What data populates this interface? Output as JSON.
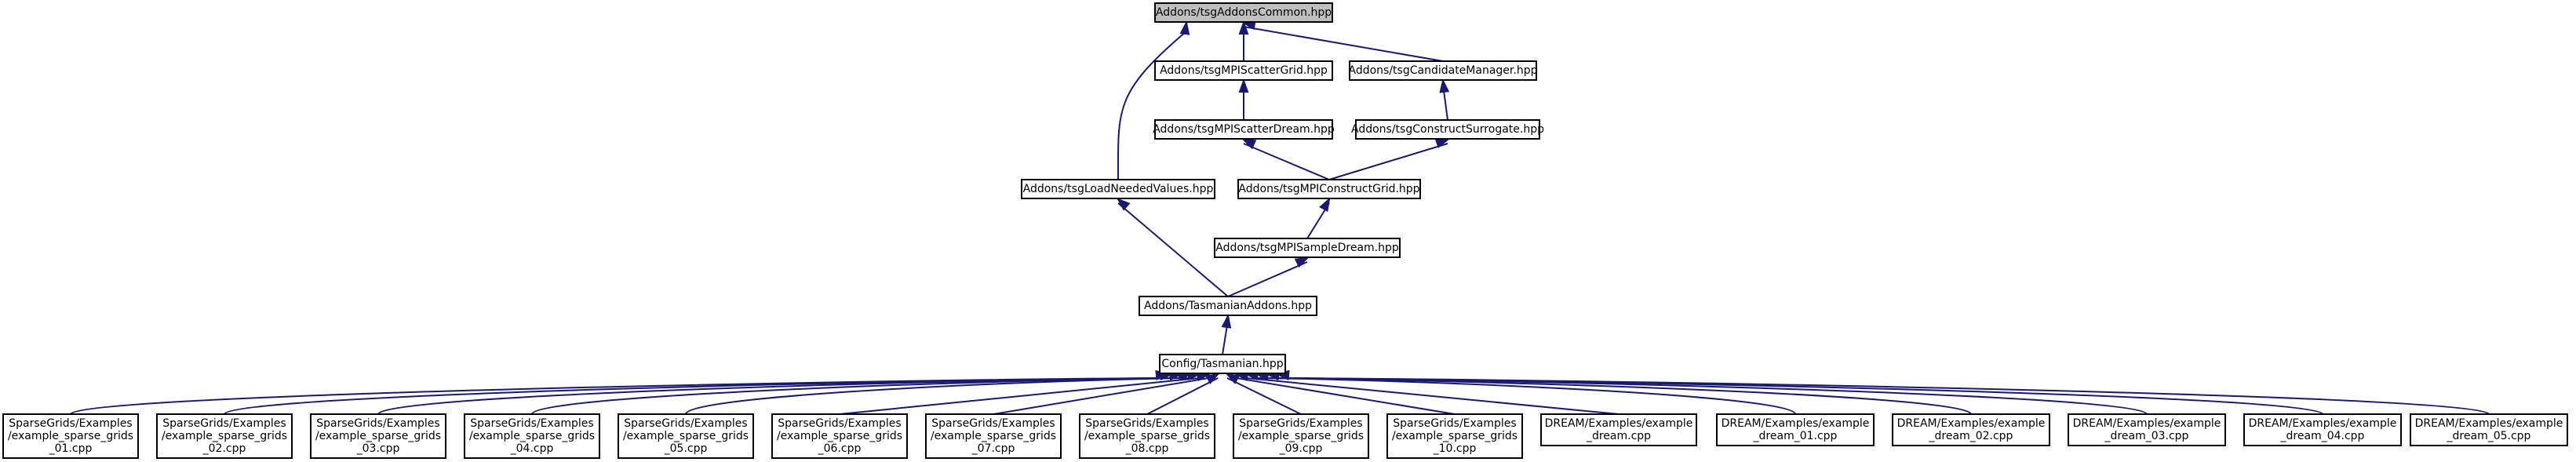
{
  "colors": {
    "edge": "#191970",
    "root_fill": "#bfbfbf",
    "node_fill": "#ffffff",
    "border": "#000000"
  },
  "nodes": [
    {
      "id": "n_common",
      "lines": [
        "Addons/tsgAddonsCommon.hpp"
      ],
      "root": true
    },
    {
      "id": "n_scatter_grid",
      "lines": [
        "Addons/tsgMPIScatterGrid.hpp"
      ]
    },
    {
      "id": "n_candidate",
      "lines": [
        "Addons/tsgCandidateManager.hpp"
      ]
    },
    {
      "id": "n_scatter_dream",
      "lines": [
        "Addons/tsgMPIScatterDream.hpp"
      ]
    },
    {
      "id": "n_construct_surrogate",
      "lines": [
        "Addons/tsgConstructSurrogate.hpp"
      ]
    },
    {
      "id": "n_load_needed",
      "lines": [
        "Addons/tsgLoadNeededValues.hpp"
      ]
    },
    {
      "id": "n_construct_grid",
      "lines": [
        "Addons/tsgMPIConstructGrid.hpp"
      ]
    },
    {
      "id": "n_sample_dream",
      "lines": [
        "Addons/tsgMPISampleDream.hpp"
      ]
    },
    {
      "id": "n_tasmanian_addons",
      "lines": [
        "Addons/TasmanianAddons.hpp"
      ]
    },
    {
      "id": "n_config",
      "lines": [
        "Config/Tasmanian.hpp"
      ]
    },
    {
      "id": "n_sg01",
      "lines": [
        "SparseGrids/Examples",
        "/example_sparse_grids",
        "_01.cpp"
      ]
    },
    {
      "id": "n_sg02",
      "lines": [
        "SparseGrids/Examples",
        "/example_sparse_grids",
        "_02.cpp"
      ]
    },
    {
      "id": "n_sg03",
      "lines": [
        "SparseGrids/Examples",
        "/example_sparse_grids",
        "_03.cpp"
      ]
    },
    {
      "id": "n_sg04",
      "lines": [
        "SparseGrids/Examples",
        "/example_sparse_grids",
        "_04.cpp"
      ]
    },
    {
      "id": "n_sg05",
      "lines": [
        "SparseGrids/Examples",
        "/example_sparse_grids",
        "_05.cpp"
      ]
    },
    {
      "id": "n_sg06",
      "lines": [
        "SparseGrids/Examples",
        "/example_sparse_grids",
        "_06.cpp"
      ]
    },
    {
      "id": "n_sg07",
      "lines": [
        "SparseGrids/Examples",
        "/example_sparse_grids",
        "_07.cpp"
      ]
    },
    {
      "id": "n_sg08",
      "lines": [
        "SparseGrids/Examples",
        "/example_sparse_grids",
        "_08.cpp"
      ]
    },
    {
      "id": "n_sg09",
      "lines": [
        "SparseGrids/Examples",
        "/example_sparse_grids",
        "_09.cpp"
      ]
    },
    {
      "id": "n_sg10",
      "lines": [
        "SparseGrids/Examples",
        "/example_sparse_grids",
        "_10.cpp"
      ]
    },
    {
      "id": "n_dream",
      "lines": [
        "DREAM/Examples/example",
        "_dream.cpp"
      ]
    },
    {
      "id": "n_dream01",
      "lines": [
        "DREAM/Examples/example",
        "_dream_01.cpp"
      ]
    },
    {
      "id": "n_dream02",
      "lines": [
        "DREAM/Examples/example",
        "_dream_02.cpp"
      ]
    },
    {
      "id": "n_dream03",
      "lines": [
        "DREAM/Examples/example",
        "_dream_03.cpp"
      ]
    },
    {
      "id": "n_dream04",
      "lines": [
        "DREAM/Examples/example",
        "_dream_04.cpp"
      ]
    },
    {
      "id": "n_dream05",
      "lines": [
        "DREAM/Examples/example",
        "_dream_05.cpp"
      ]
    }
  ],
  "edges": [
    {
      "from": "n_common",
      "to": "n_scatter_grid"
    },
    {
      "from": "n_common",
      "to": "n_candidate"
    },
    {
      "from": "n_common",
      "to": "n_load_needed"
    },
    {
      "from": "n_scatter_grid",
      "to": "n_scatter_dream"
    },
    {
      "from": "n_candidate",
      "to": "n_construct_surrogate"
    },
    {
      "from": "n_scatter_dream",
      "to": "n_construct_grid"
    },
    {
      "from": "n_construct_surrogate",
      "to": "n_construct_grid"
    },
    {
      "from": "n_construct_grid",
      "to": "n_sample_dream"
    },
    {
      "from": "n_load_needed",
      "to": "n_tasmanian_addons"
    },
    {
      "from": "n_sample_dream",
      "to": "n_tasmanian_addons"
    },
    {
      "from": "n_tasmanian_addons",
      "to": "n_config"
    },
    {
      "from": "n_config",
      "to": "n_sg01"
    },
    {
      "from": "n_config",
      "to": "n_sg02"
    },
    {
      "from": "n_config",
      "to": "n_sg03"
    },
    {
      "from": "n_config",
      "to": "n_sg04"
    },
    {
      "from": "n_config",
      "to": "n_sg05"
    },
    {
      "from": "n_config",
      "to": "n_sg06"
    },
    {
      "from": "n_config",
      "to": "n_sg07"
    },
    {
      "from": "n_config",
      "to": "n_sg08"
    },
    {
      "from": "n_config",
      "to": "n_sg09"
    },
    {
      "from": "n_config",
      "to": "n_sg10"
    },
    {
      "from": "n_config",
      "to": "n_dream"
    },
    {
      "from": "n_config",
      "to": "n_dream01"
    },
    {
      "from": "n_config",
      "to": "n_dream02"
    },
    {
      "from": "n_config",
      "to": "n_dream03"
    },
    {
      "from": "n_config",
      "to": "n_dream04"
    },
    {
      "from": "n_config",
      "to": "n_dream05"
    }
  ]
}
